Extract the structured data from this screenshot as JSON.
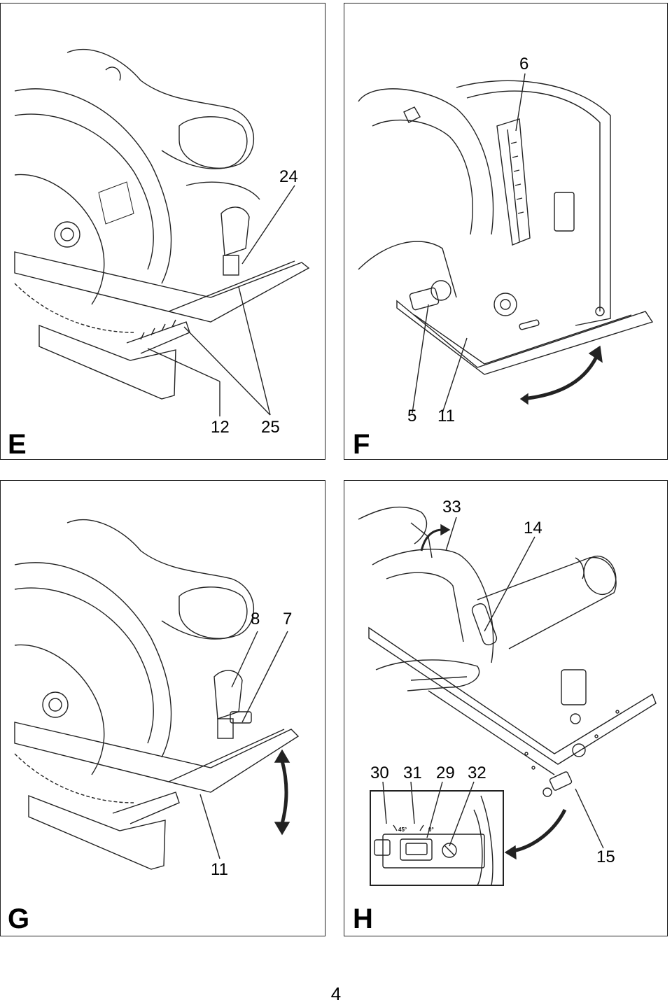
{
  "panels": {
    "E": {
      "letter": "E",
      "callouts": {
        "c24": "24",
        "c12": "12",
        "c25": "25"
      }
    },
    "F": {
      "letter": "F",
      "callouts": {
        "c6": "6",
        "c5": "5",
        "c11": "11"
      }
    },
    "G": {
      "letter": "G",
      "callouts": {
        "c8": "8",
        "c7": "7",
        "c11": "11"
      }
    },
    "H": {
      "letter": "H",
      "callouts": {
        "c33": "33",
        "c14": "14",
        "c30": "30",
        "c31": "31",
        "c29": "29",
        "c32": "32",
        "c15": "15"
      },
      "inset": {
        "angle_45": "45°",
        "angle_0": "0°"
      }
    }
  },
  "page_number": "4"
}
